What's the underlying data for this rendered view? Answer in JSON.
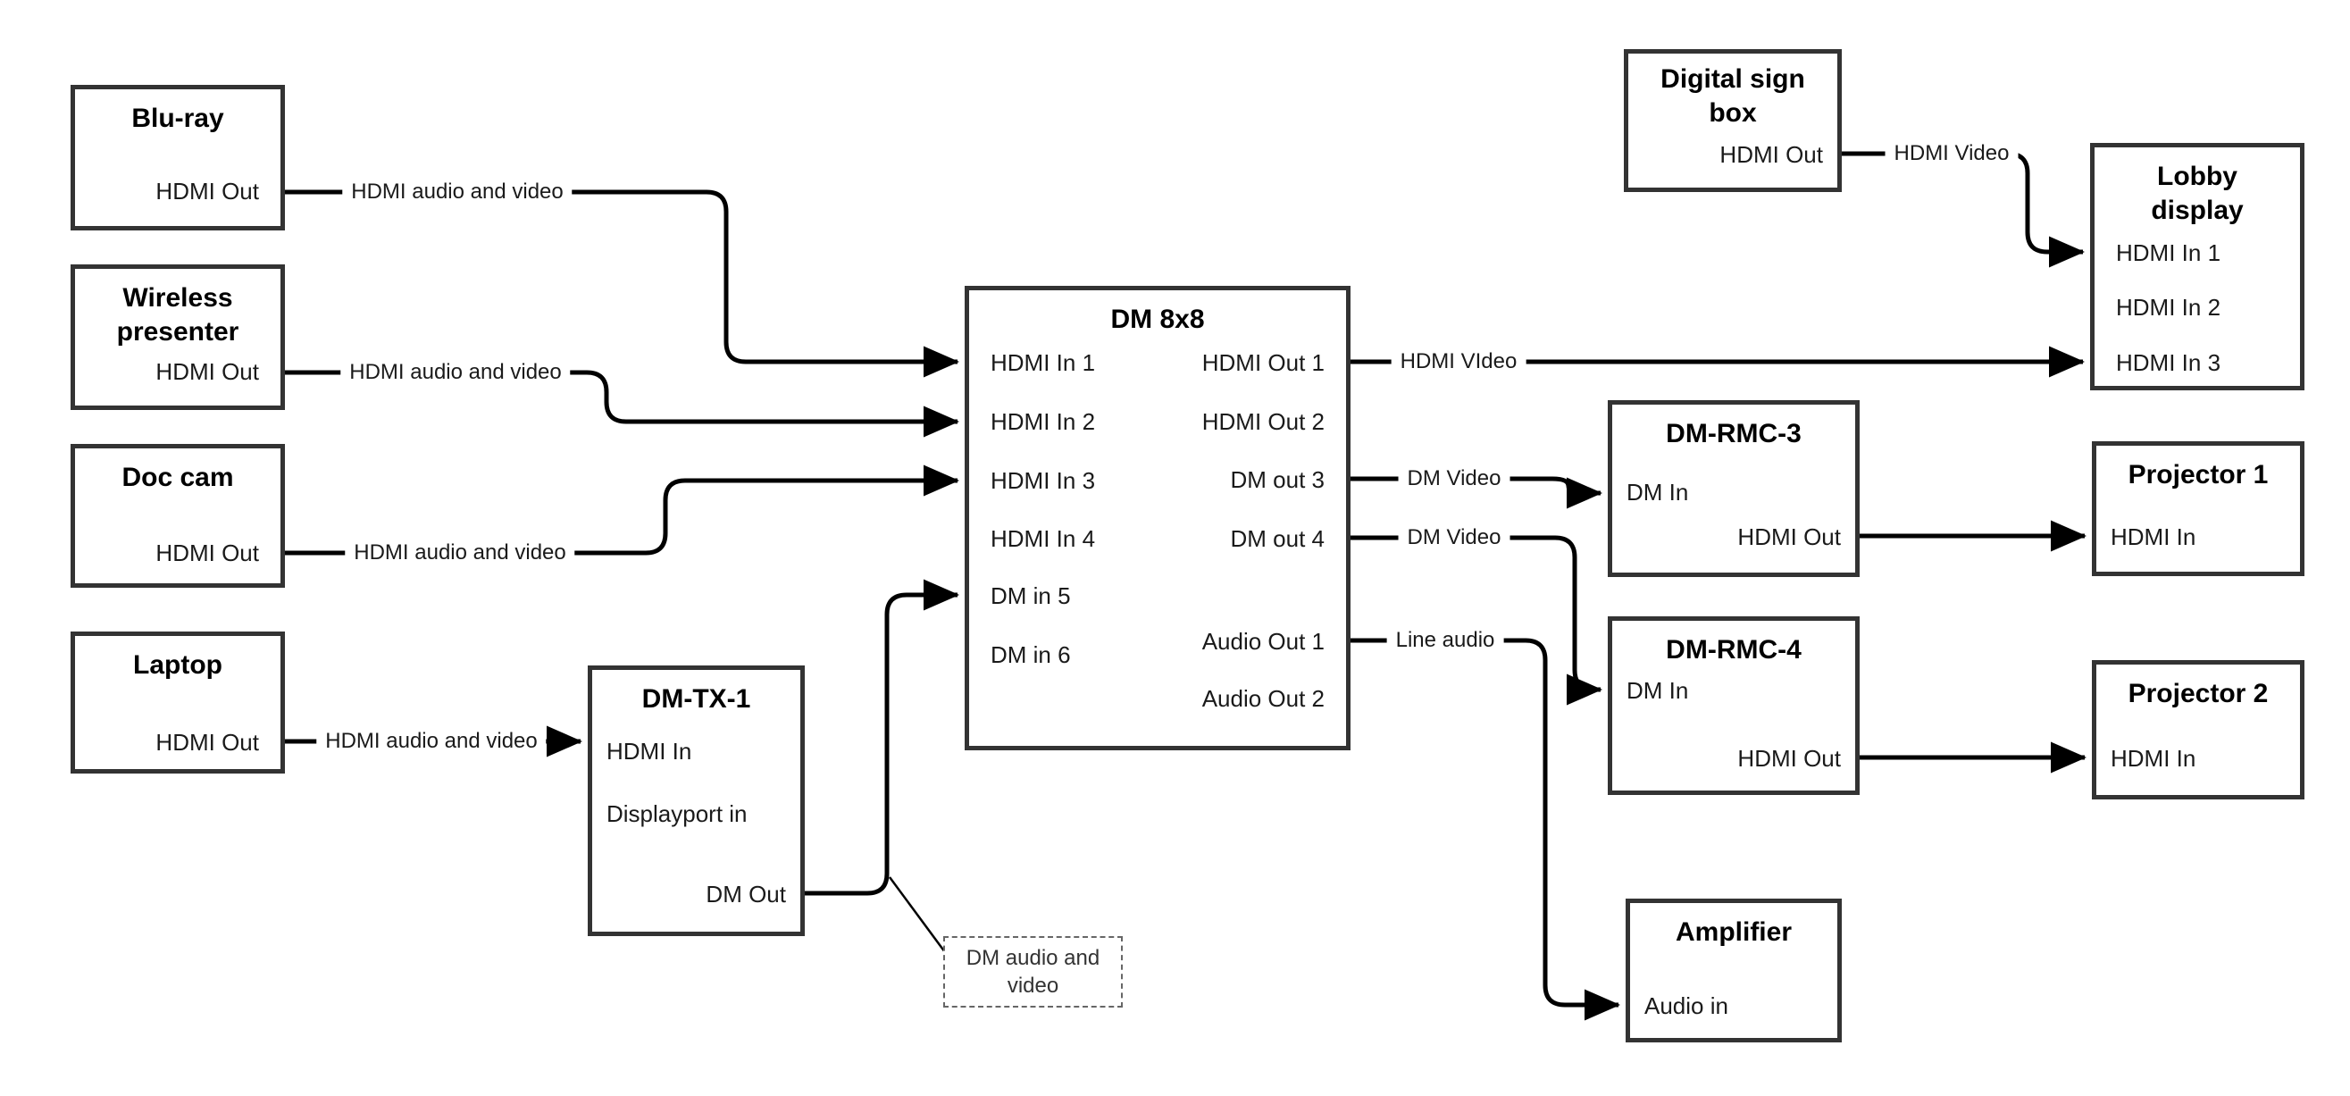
{
  "diagram": {
    "boxes": {
      "bluray": {
        "title": "Blu-ray",
        "ports": {
          "out": "HDMI Out"
        }
      },
      "wireless": {
        "title": "Wireless\npresenter",
        "ports": {
          "out": "HDMI Out"
        }
      },
      "doccam": {
        "title": "Doc cam",
        "ports": {
          "out": "HDMI Out"
        }
      },
      "laptop": {
        "title": "Laptop",
        "ports": {
          "out": "HDMI Out"
        }
      },
      "dmtx1": {
        "title": "DM-TX-1",
        "ports": {
          "hdmi_in": "HDMI In",
          "dp_in": "Displayport in",
          "dm_out": "DM Out"
        }
      },
      "dm8x8": {
        "title": "DM 8x8",
        "ports": {
          "in1": "HDMI In 1",
          "in2": "HDMI In 2",
          "in3": "HDMI In 3",
          "in4": "HDMI In 4",
          "in5": "DM in 5",
          "in6": "DM in 6",
          "out1": "HDMI Out 1",
          "out2": "HDMI Out 2",
          "out3": "DM out 3",
          "out4": "DM out 4",
          "aout1": "Audio Out 1",
          "aout2": "Audio Out 2"
        }
      },
      "digisign": {
        "title": "Digital sign\nbox",
        "ports": {
          "out": "HDMI Out"
        }
      },
      "lobby": {
        "title": "Lobby\ndisplay",
        "ports": {
          "in1": "HDMI In 1",
          "in2": "HDMI In 2",
          "in3": "HDMI In 3"
        }
      },
      "dmrmc3": {
        "title": "DM-RMC-3",
        "ports": {
          "dm_in": "DM In",
          "hdmi_out": "HDMI Out"
        }
      },
      "proj1": {
        "title": "Projector 1",
        "ports": {
          "in": "HDMI In"
        }
      },
      "dmrmc4": {
        "title": "DM-RMC-4",
        "ports": {
          "dm_in": "DM In",
          "hdmi_out": "HDMI Out"
        }
      },
      "proj2": {
        "title": "Projector 2",
        "ports": {
          "in": "HDMI In"
        }
      },
      "amp": {
        "title": "Amplifier",
        "ports": {
          "in": "Audio in"
        }
      }
    },
    "edge_labels": {
      "bluray_dm8x8": "HDMI audio and video",
      "wireless_dm8x8": "HDMI audio and video",
      "doccam_dm8x8": "HDMI audio and video",
      "laptop_dmtx1": "HDMI audio and video",
      "digisign_lobby": "HDMI Video",
      "dm8x8_lobby": "HDMI VIdeo",
      "dm8x8_dmrmc3": "DM Video",
      "dm8x8_dmrmc4": "DM Video",
      "dm8x8_amp": "Line audio"
    },
    "annotation": "DM audio and\nvideo",
    "colors": {
      "box_border": "#333333",
      "wire": "#000000",
      "text": "#1a1a1a"
    }
  }
}
